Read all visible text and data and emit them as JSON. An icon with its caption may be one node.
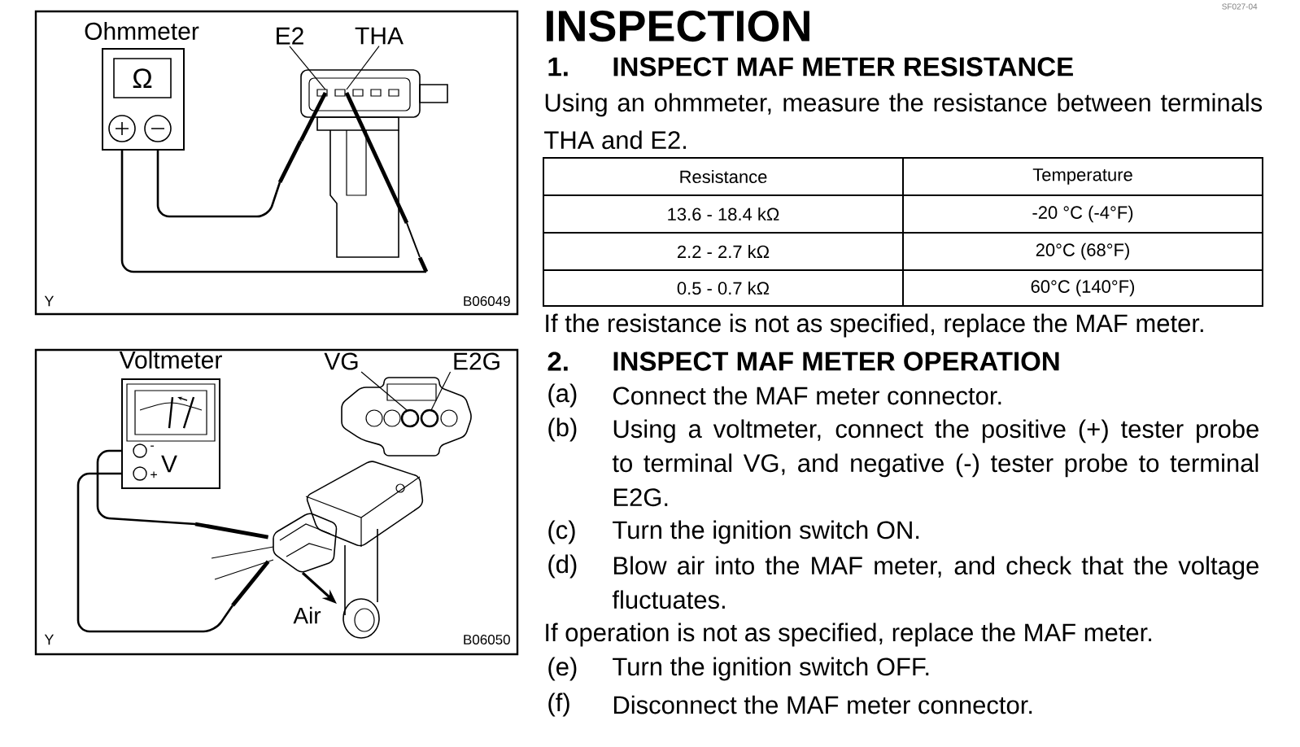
{
  "diagram": {
    "title": "INSPECTION",
    "nodes": [
      {
        "text": [
          "Ohmmeter",
          "Ω"
        ]
      },
      {
        "text": [],
        "shape": "picture"
      },
      {
        "text": [
          "E2"
        ]
      },
      {
        "text": [
          "THA"
        ]
      },
      {
        "text": [
          "Voltmeter",
          "V"
        ]
      },
      {
        "text": [],
        "shape": "picture"
      },
      {
        "text": [
          "VG"
        ]
      },
      {
        "text": [
          "E2G"
        ]
      },
      {
        "text": [],
        "shape": "picture"
      }
    ],
    "edges": [
      {
        "from": 0,
        "to": 1,
        "arrow": "none"
      },
      {
        "from": 0,
        "to": 1,
        "arrow": "none"
      },
      {
        "from": 2,
        "to": 1,
        "arrow": "none"
      },
      {
        "from": 3,
        "to": 1,
        "arrow": "none"
      },
      {
        "from": 4,
        "to": 5,
        "arrow": "none"
      },
      {
        "from": 4,
        "to": 5,
        "arrow": "none"
      },
      {
        "from": 6,
        "to": 8,
        "arrow": "none"
      },
      {
        "from": 7,
        "to": 8,
        "arrow": "none"
      }
    ],
    "labels": [
      "Y",
      "B06049",
      "-",
      "+",
      "Air",
      "Y",
      "B06050",
      "SF027-04",
      "1.",
      "INSPECT MAF METER RESISTANCE",
      "Using an ohmmeter, measure the resistance between terminals THA and E2.",
      "Resistance",
      "Temperature",
      "13.6 - 18.4 kΩ",
      "-20 °C (-4°F)",
      "2.2 - 2.7 kΩ",
      "20°C (68°F)",
      "0.5 - 0.7 kΩ",
      "60°C (140°F)",
      "If the resistance is not as specified, replace the MAF meter.",
      "2.",
      "INSPECT MAF METER OPERATION",
      "(a)",
      "Connect the MAF meter connector.",
      "(b)",
      "Using a voltmeter, connect the positive (+) tester probe to terminal VG, and negative (-) tester probe to terminal E2G.",
      "(c)",
      "Turn the ignition switch ON.",
      "(d)",
      "Blow air into the MAF meter, and check that the voltage fluctuates.",
      "If operation is not as specified, replace the MAF meter.",
      "(e)",
      "Turn the ignition switch OFF.",
      "(f)",
      "Disconnect the MAF meter connector."
    ]
  }
}
